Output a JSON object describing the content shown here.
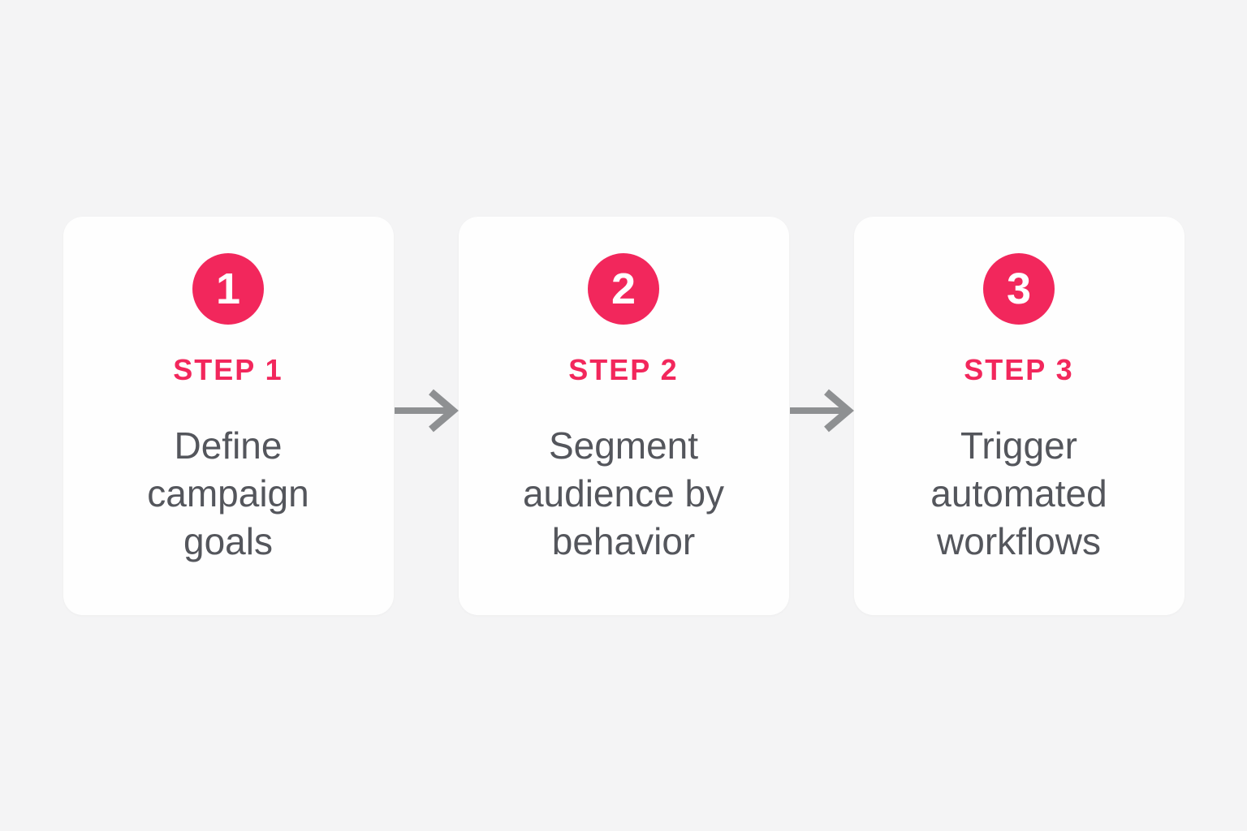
{
  "diagram": {
    "type": "process-steps",
    "background_color": "#f4f4f5",
    "card_color": "#fefefe",
    "accent_color": "#f2275c",
    "title_color": "#54565c",
    "arrow_color": "#8e9092",
    "steps": [
      {
        "number": "1",
        "label": "STEP 1",
        "title": "Define\ncampaign\ngoals"
      },
      {
        "number": "2",
        "label": "STEP 2",
        "title": "Segment\naudience by\nbehavior"
      },
      {
        "number": "3",
        "label": "STEP 3",
        "title": "Trigger\nautomated\nworkflows"
      }
    ],
    "arrows": [
      {
        "icon": "right-arrow"
      },
      {
        "icon": "right-arrow"
      }
    ]
  }
}
